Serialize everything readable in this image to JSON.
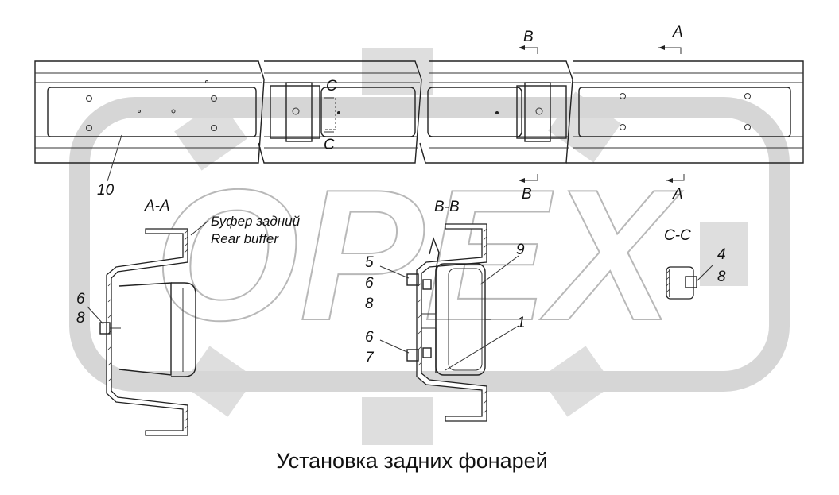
{
  "watermark": {
    "text": "OPEX",
    "fill": "#dcdcdc"
  },
  "sections": {
    "top_b": "B",
    "top_a": "A",
    "c_top": "C",
    "c_bottom": "C",
    "mid_b": "B",
    "mid_a": "A",
    "aa": "A-A",
    "bb": "B-B",
    "cc": "C-C"
  },
  "annotations": {
    "buffer_ru": "Буфер задний",
    "buffer_en": "Rear buffer"
  },
  "parts": {
    "p10": "10",
    "p6_aa": "6",
    "p8_aa": "8",
    "p5": "5",
    "p6_bb_top": "6",
    "p8_bb": "8",
    "p9": "9",
    "p1": "1",
    "p6_bb_bottom": "6",
    "p7": "7",
    "p4": "4",
    "p8_cc": "8"
  },
  "caption": "Установка задних фонарей"
}
